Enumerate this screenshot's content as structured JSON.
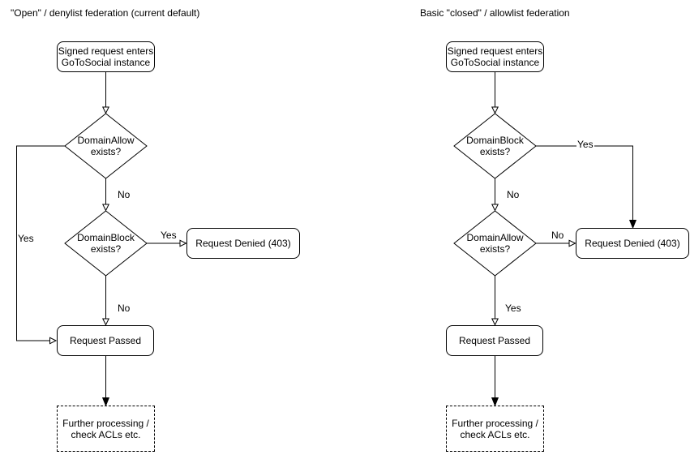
{
  "left": {
    "title": "\"Open\" / denylist federation (current default)",
    "nodes": {
      "start": "Signed request enters\nGoToSocial instance",
      "decision1": "DomainAllow\nexists?",
      "decision2": "DomainBlock\nexists?",
      "denied": "Request Denied (403)",
      "passed": "Request Passed",
      "further": "Further processing /\ncheck ACLs etc."
    },
    "edges": {
      "decision1_side": "Yes",
      "decision1_down": "No",
      "decision2_side": "Yes",
      "decision2_down": "No"
    }
  },
  "right": {
    "title": "Basic \"closed\" / allowlist federation",
    "nodes": {
      "start": "Signed request enters\nGoToSocial instance",
      "decision1": "DomainBlock\nexists?",
      "decision2": "DomainAllow\nexists?",
      "denied": "Request Denied (403)",
      "passed": "Request Passed",
      "further": "Further processing /\ncheck ACLs etc."
    },
    "edges": {
      "decision1_side": "Yes",
      "decision1_down": "No",
      "decision2_side": "No",
      "decision2_down": "Yes"
    }
  },
  "colors": {
    "line": "#000000",
    "text": "#000000",
    "background": "#ffffff"
  }
}
